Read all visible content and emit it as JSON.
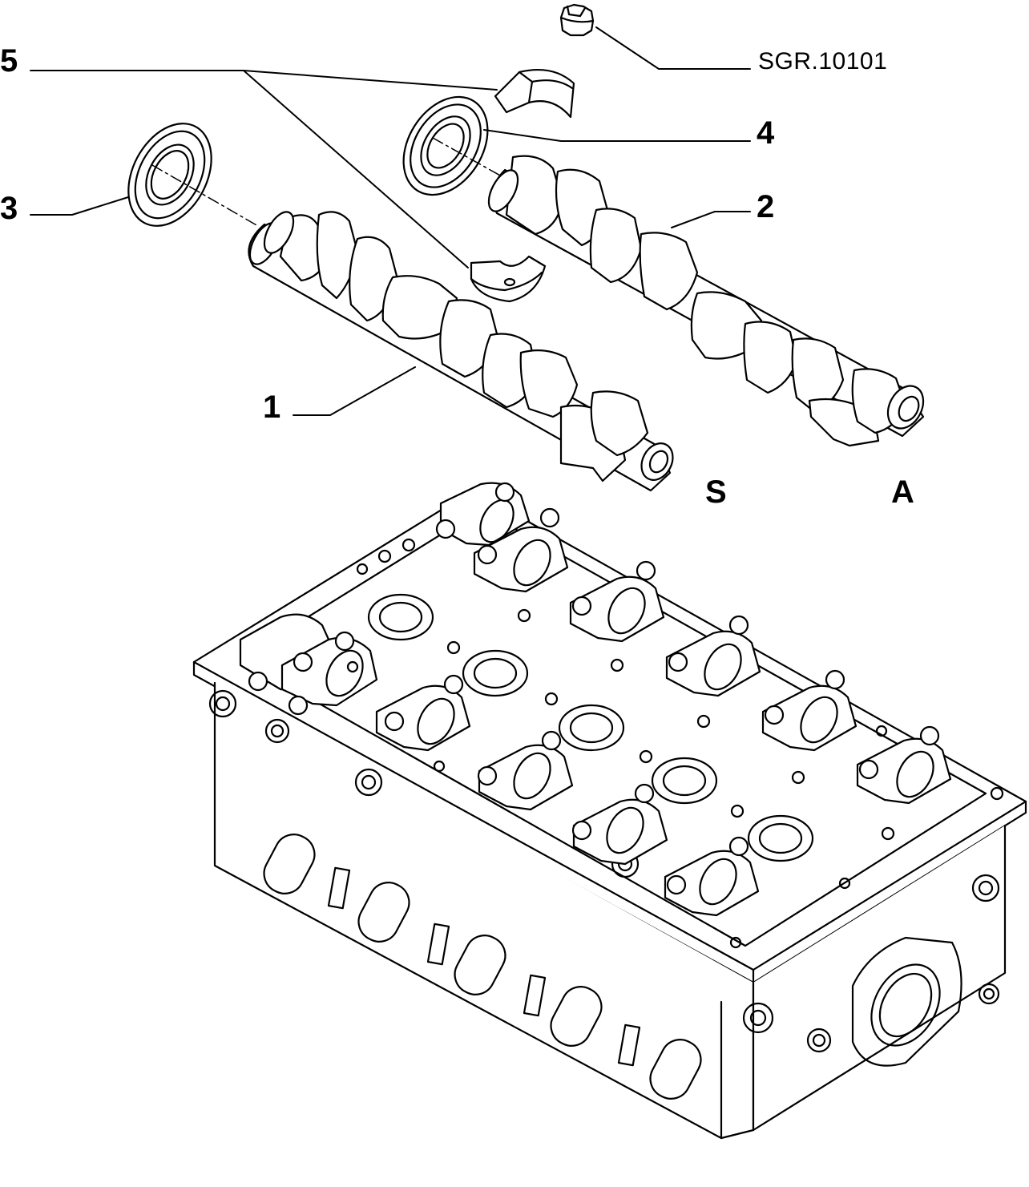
{
  "reference_code": "SGR.10101",
  "callouts": [
    {
      "id": "1",
      "label": "1"
    },
    {
      "id": "2",
      "label": "2"
    },
    {
      "id": "3",
      "label": "3"
    },
    {
      "id": "4",
      "label": "4"
    },
    {
      "id": "5",
      "label": "5"
    }
  ],
  "side_labels": {
    "intake": "S",
    "exhaust": "A"
  },
  "colors": {
    "line": "#000000",
    "background": "#ffffff"
  }
}
